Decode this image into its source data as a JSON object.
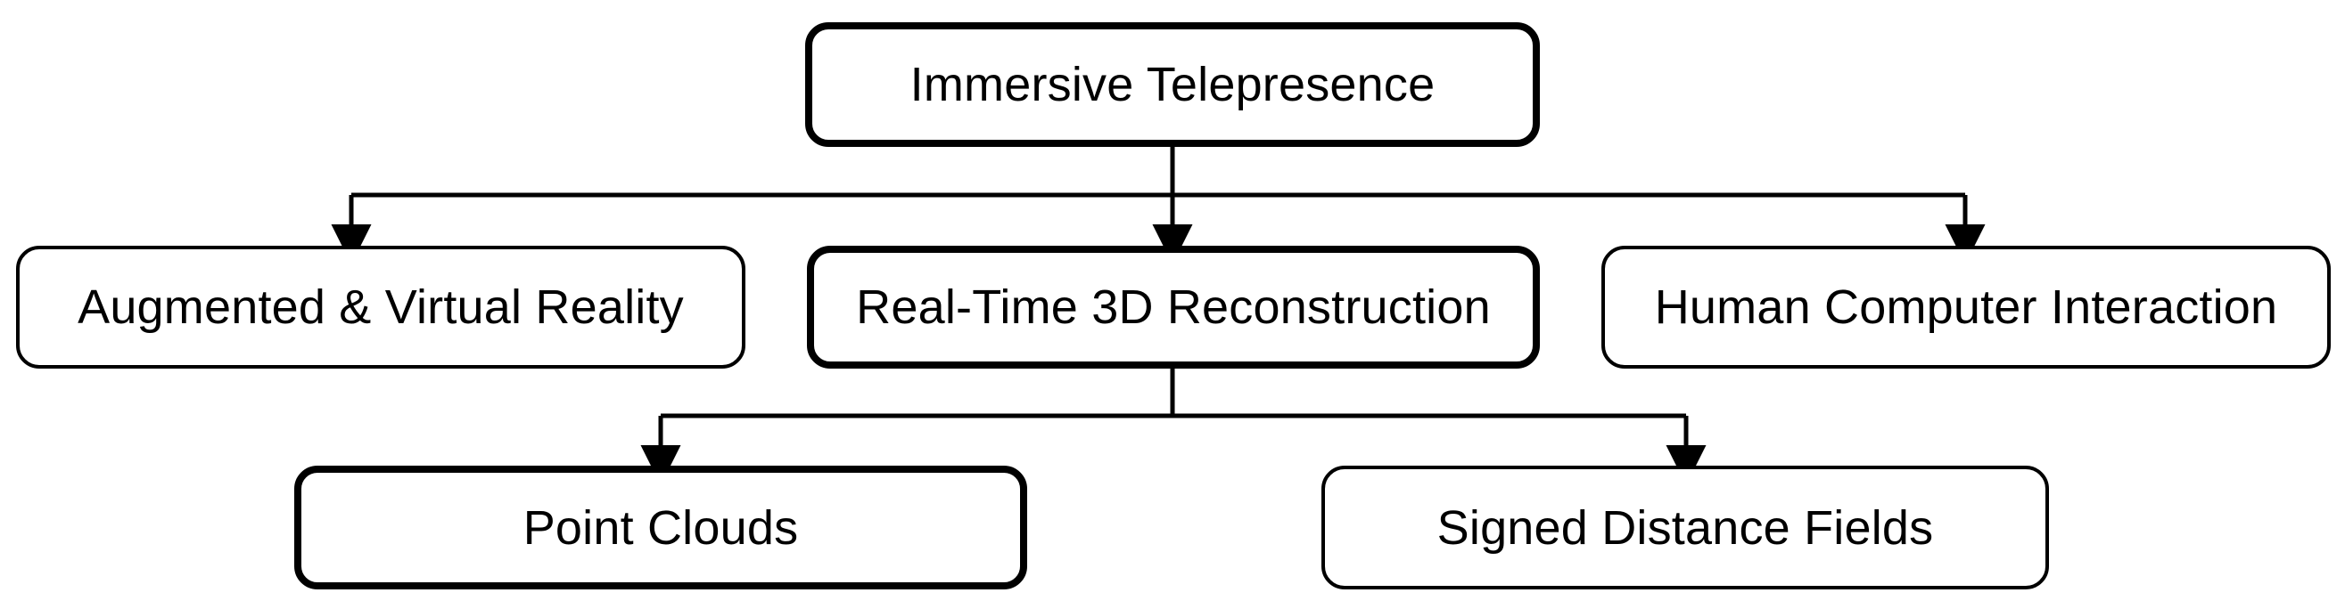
{
  "diagram": {
    "title": "Immersive Telepresence taxonomy",
    "type": "tree",
    "orientation": "top-down",
    "colors": {
      "background": "#ffffff",
      "stroke": "#000000",
      "text": "#000000",
      "node_fill": "#ffffff"
    },
    "nodes": [
      {
        "id": "root",
        "label": "Immersive Telepresence",
        "level": 0,
        "emphasis": true
      },
      {
        "id": "avr",
        "label": "Augmented & Virtual Reality",
        "level": 1,
        "emphasis": false
      },
      {
        "id": "r3d",
        "label": "Real-Time 3D Reconstruction",
        "level": 1,
        "emphasis": true
      },
      {
        "id": "hci",
        "label": "Human Computer Interaction",
        "level": 1,
        "emphasis": false
      },
      {
        "id": "pc",
        "label": "Point Clouds",
        "level": 2,
        "emphasis": true
      },
      {
        "id": "sdf",
        "label": "Signed Distance Fields",
        "level": 2,
        "emphasis": false
      }
    ],
    "edges": [
      {
        "from": "root",
        "to": "avr",
        "arrow": "down"
      },
      {
        "from": "root",
        "to": "r3d",
        "arrow": "down"
      },
      {
        "from": "root",
        "to": "hci",
        "arrow": "down"
      },
      {
        "from": "r3d",
        "to": "pc",
        "arrow": "down"
      },
      {
        "from": "r3d",
        "to": "sdf",
        "arrow": "down"
      }
    ]
  }
}
